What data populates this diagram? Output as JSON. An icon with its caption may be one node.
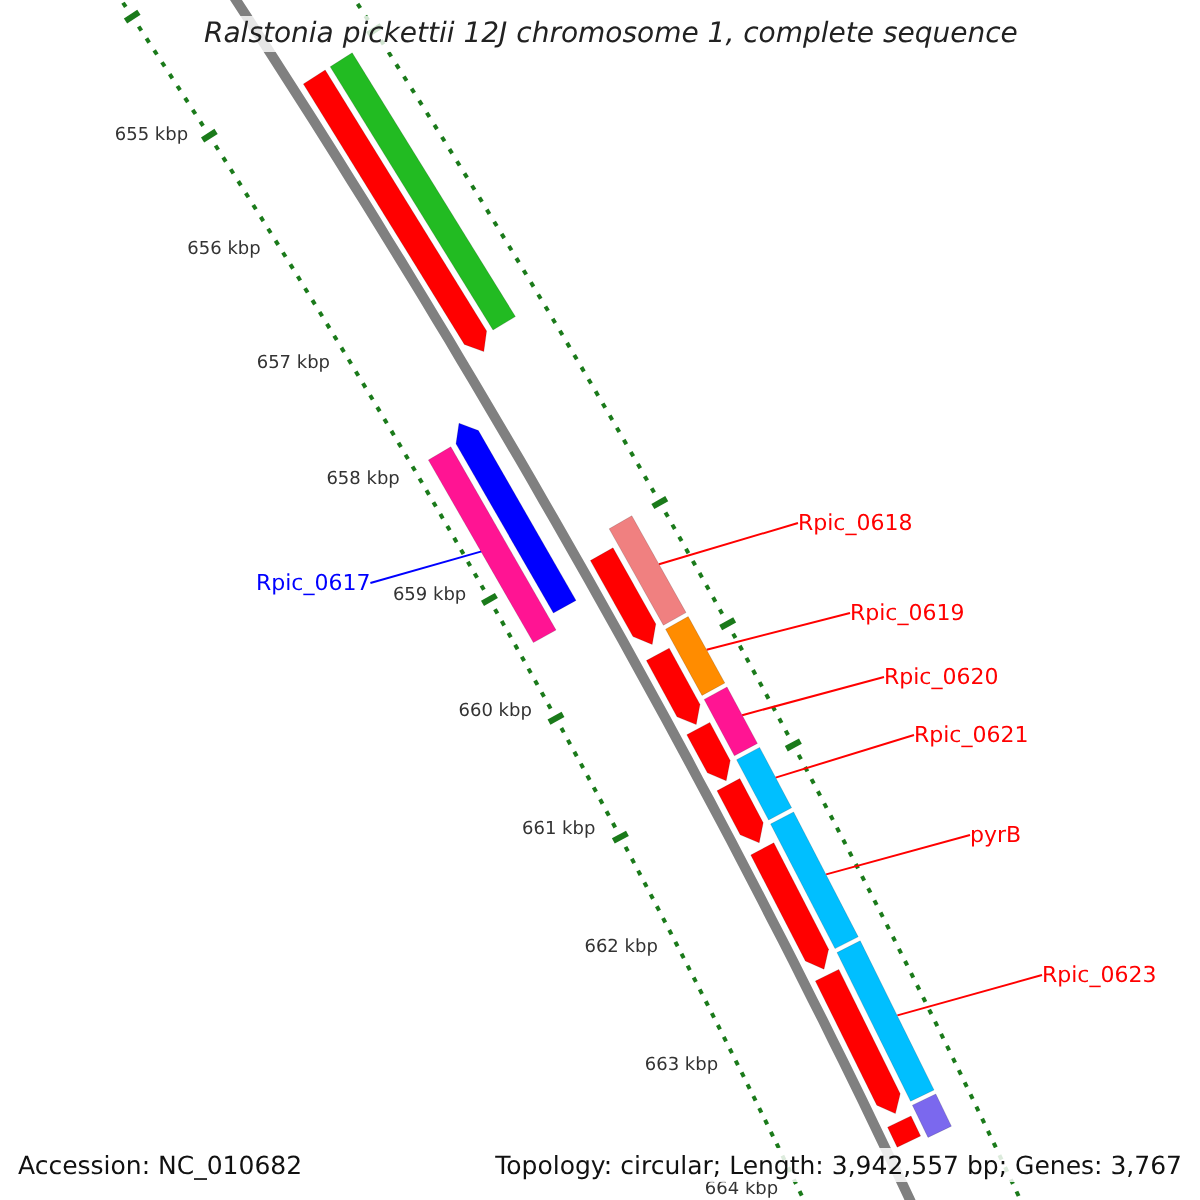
{
  "diagram": {
    "title": "Ralstonia pickettii 12J chromosome 1, complete sequence",
    "nodes": [
      {
        "text": [
          "Rpic_0617"
        ]
      },
      {
        "text": [
          "Rpic_0618"
        ]
      },
      {
        "text": [
          "Rpic_0619"
        ]
      },
      {
        "text": [
          "Rpic_0620"
        ]
      },
      {
        "text": [
          "Rpic_0621"
        ]
      },
      {
        "text": [
          "pyrB"
        ]
      },
      {
        "text": [
          "Rpic_0623"
        ]
      },
      {
        "text": [],
        "shape": "bar"
      },
      {
        "text": [],
        "shape": "bar"
      },
      {
        "text": [],
        "shape": "bar"
      },
      {
        "text": [],
        "shape": "bar"
      },
      {
        "text": [],
        "shape": "bar"
      },
      {
        "text": [],
        "shape": "bar"
      },
      {
        "text": [],
        "shape": "bar"
      },
      {
        "text": [],
        "shape": "bar"
      },
      {
        "text": [],
        "shape": "bar"
      },
      {
        "text": [],
        "shape": "bar"
      },
      {
        "text": [],
        "shape": "bar"
      },
      {
        "text": [],
        "shape": "bar"
      },
      {
        "text": [],
        "shape": "bar"
      },
      {
        "text": [],
        "shape": "bar"
      },
      {
        "text": [],
        "shape": "bar"
      },
      {
        "text": [],
        "shape": "bar"
      },
      {
        "text": [],
        "shape": "bar"
      },
      {
        "text": [],
        "shape": "bar"
      }
    ],
    "edges": [
      {
        "from": 0,
        "to": 10,
        "arrow": "none",
        "color": "#0000ff"
      },
      {
        "from": 1,
        "to": 11,
        "arrow": "none"
      },
      {
        "from": 2,
        "to": 13,
        "arrow": "none"
      },
      {
        "from": 3,
        "to": 15,
        "arrow": "none"
      },
      {
        "from": 4,
        "to": 17,
        "arrow": "none"
      },
      {
        "from": 5,
        "to": 19,
        "arrow": "none"
      },
      {
        "from": 6,
        "to": 21,
        "arrow": "none"
      }
    ],
    "labels": [
      "655 kbp",
      "656 kbp",
      "657 kbp",
      "658 kbp",
      "659 kbp",
      "660 kbp",
      "661 kbp",
      "662 kbp",
      "663 kbp",
      "664 kbp",
      "Accession: NC_010682",
      "Topology: circular; Length: 3,942,557 bp; Genes: 3,767"
    ]
  }
}
